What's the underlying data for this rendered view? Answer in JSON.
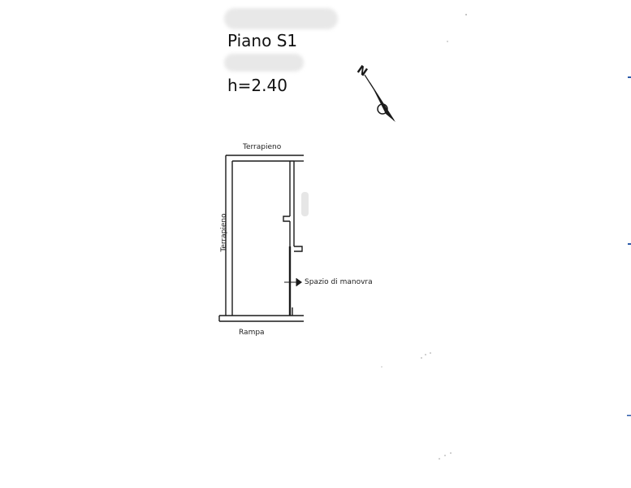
{
  "plan": {
    "floor_title": "Piano S1",
    "height_label": "h=2.40",
    "north_letter": "N",
    "labels": {
      "top_wall": "Terrapieno",
      "left_wall": "Terrapieno",
      "bottom": "Rampa",
      "maneuver": "Spazio di manovra"
    }
  }
}
